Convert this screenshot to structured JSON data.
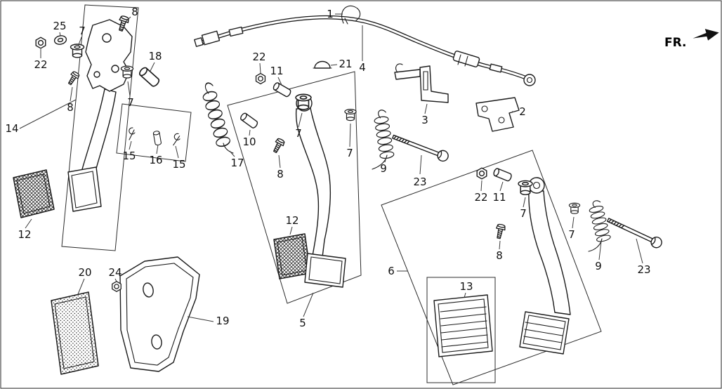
{
  "fr_label": "FR.",
  "colors": {
    "background": "#ffffff",
    "line": "#1b1b1b"
  },
  "callouts": [
    {
      "label": "8",
      "part": "pivot-bolt"
    },
    {
      "label": "25",
      "part": "washer"
    },
    {
      "label": "7",
      "part": "pedal-bushing"
    },
    {
      "label": "22",
      "part": "nut"
    },
    {
      "label": "18",
      "part": "pedal-pin"
    },
    {
      "label": "8",
      "part": "bolt"
    },
    {
      "label": "7",
      "part": "pedal-bushing"
    },
    {
      "label": "14",
      "part": "clutch-pedal-assembly"
    },
    {
      "label": "15",
      "part": "snap-pin"
    },
    {
      "label": "16",
      "part": "clevis-pin"
    },
    {
      "label": "15",
      "part": "snap-pin"
    },
    {
      "label": "12",
      "part": "pedal-pad"
    },
    {
      "label": "20",
      "part": "footrest-rubber"
    },
    {
      "label": "24",
      "part": "nut"
    },
    {
      "label": "19",
      "part": "footrest-bracket"
    },
    {
      "label": "17",
      "part": "assist-spring"
    },
    {
      "label": "10",
      "part": "spacer"
    },
    {
      "label": "22",
      "part": "nut"
    },
    {
      "label": "11",
      "part": "spacer-collar"
    },
    {
      "label": "21",
      "part": "cap"
    },
    {
      "label": "1",
      "part": "cable-clip"
    },
    {
      "label": "4",
      "part": "clutch-cable"
    },
    {
      "label": "3",
      "part": "cable-bracket"
    },
    {
      "label": "2",
      "part": "cable-bracket"
    },
    {
      "label": "7",
      "part": "pedal-bushing"
    },
    {
      "label": "7",
      "part": "pedal-bushing"
    },
    {
      "label": "8",
      "part": "bolt"
    },
    {
      "label": "12",
      "part": "pedal-pad"
    },
    {
      "label": "5",
      "part": "brake-pedal-assembly"
    },
    {
      "label": "9",
      "part": "return-spring"
    },
    {
      "label": "23",
      "part": "bolt"
    },
    {
      "label": "22",
      "part": "nut"
    },
    {
      "label": "11",
      "part": "spacer-collar"
    },
    {
      "label": "7",
      "part": "pedal-bushing"
    },
    {
      "label": "7",
      "part": "pedal-bushing"
    },
    {
      "label": "8",
      "part": "bolt"
    },
    {
      "label": "9",
      "part": "return-spring"
    },
    {
      "label": "23",
      "part": "bolt"
    },
    {
      "label": "6",
      "part": "pedal-assembly"
    },
    {
      "label": "13",
      "part": "pedal-pad"
    }
  ]
}
